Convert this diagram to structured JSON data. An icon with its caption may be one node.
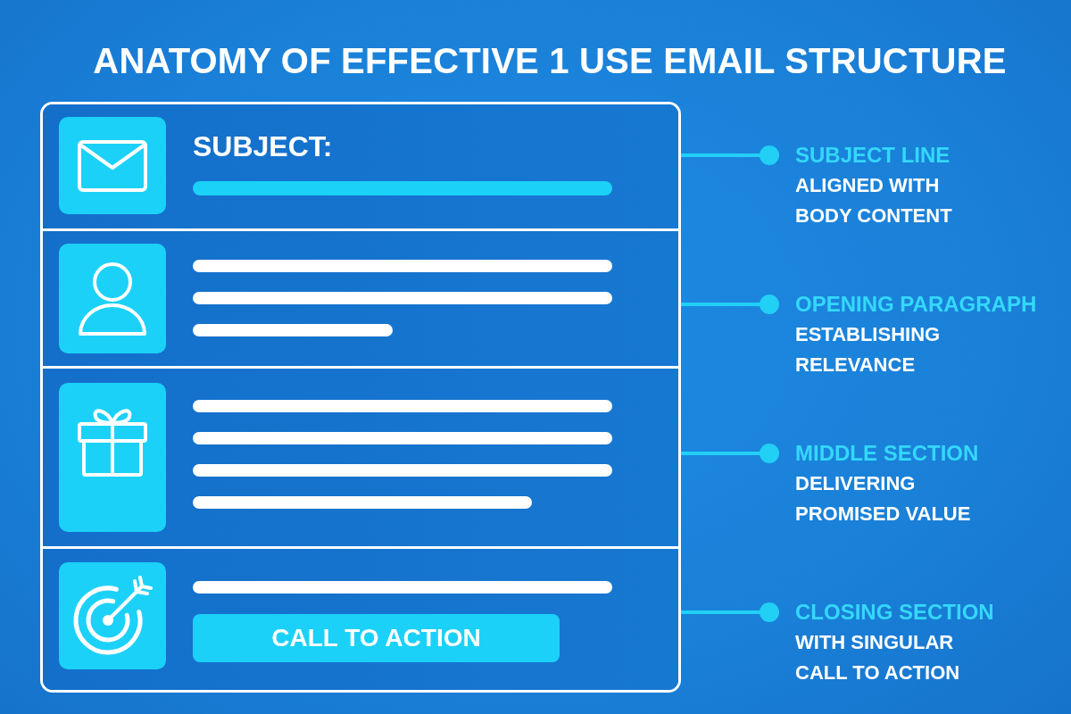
{
  "diagram": {
    "title": "ANATOMY OF EFFECTIVE 1 USE EMAIL STRUCTURE",
    "nodes": [
      {
        "text": [],
        "shape": "box"
      },
      {
        "text": [
          "SUBJECT:"
        ],
        "in": 0
      },
      {
        "text": [],
        "shape": "box",
        "in": 0
      },
      {
        "text": [],
        "shape": "box",
        "in": 0
      },
      {
        "text": [],
        "shape": "box",
        "in": 0
      },
      {
        "text": [
          "CALL TO ACTION"
        ],
        "in": 4
      },
      {
        "text": [
          "SUBJECT LINE",
          "ALIGNED WITH BODY CONTENT"
        ]
      },
      {
        "text": [
          "OPENING PARAGRAPH",
          "ESTABLISHING RELEVANCE"
        ]
      },
      {
        "text": [
          "MIDDLE SECTION",
          "DELIVERING PROMISED VALUE"
        ]
      },
      {
        "text": [
          "CLOSING SECTION",
          "WITH SINGULAR CALL TO ACTION"
        ]
      }
    ],
    "edges": [
      {
        "from": 6,
        "to": 1,
        "arrow": "other"
      },
      {
        "from": 7,
        "to": 2,
        "arrow": "other"
      },
      {
        "from": 8,
        "to": 3,
        "arrow": "other"
      },
      {
        "from": 9,
        "to": 4,
        "arrow": "other"
      }
    ]
  }
}
